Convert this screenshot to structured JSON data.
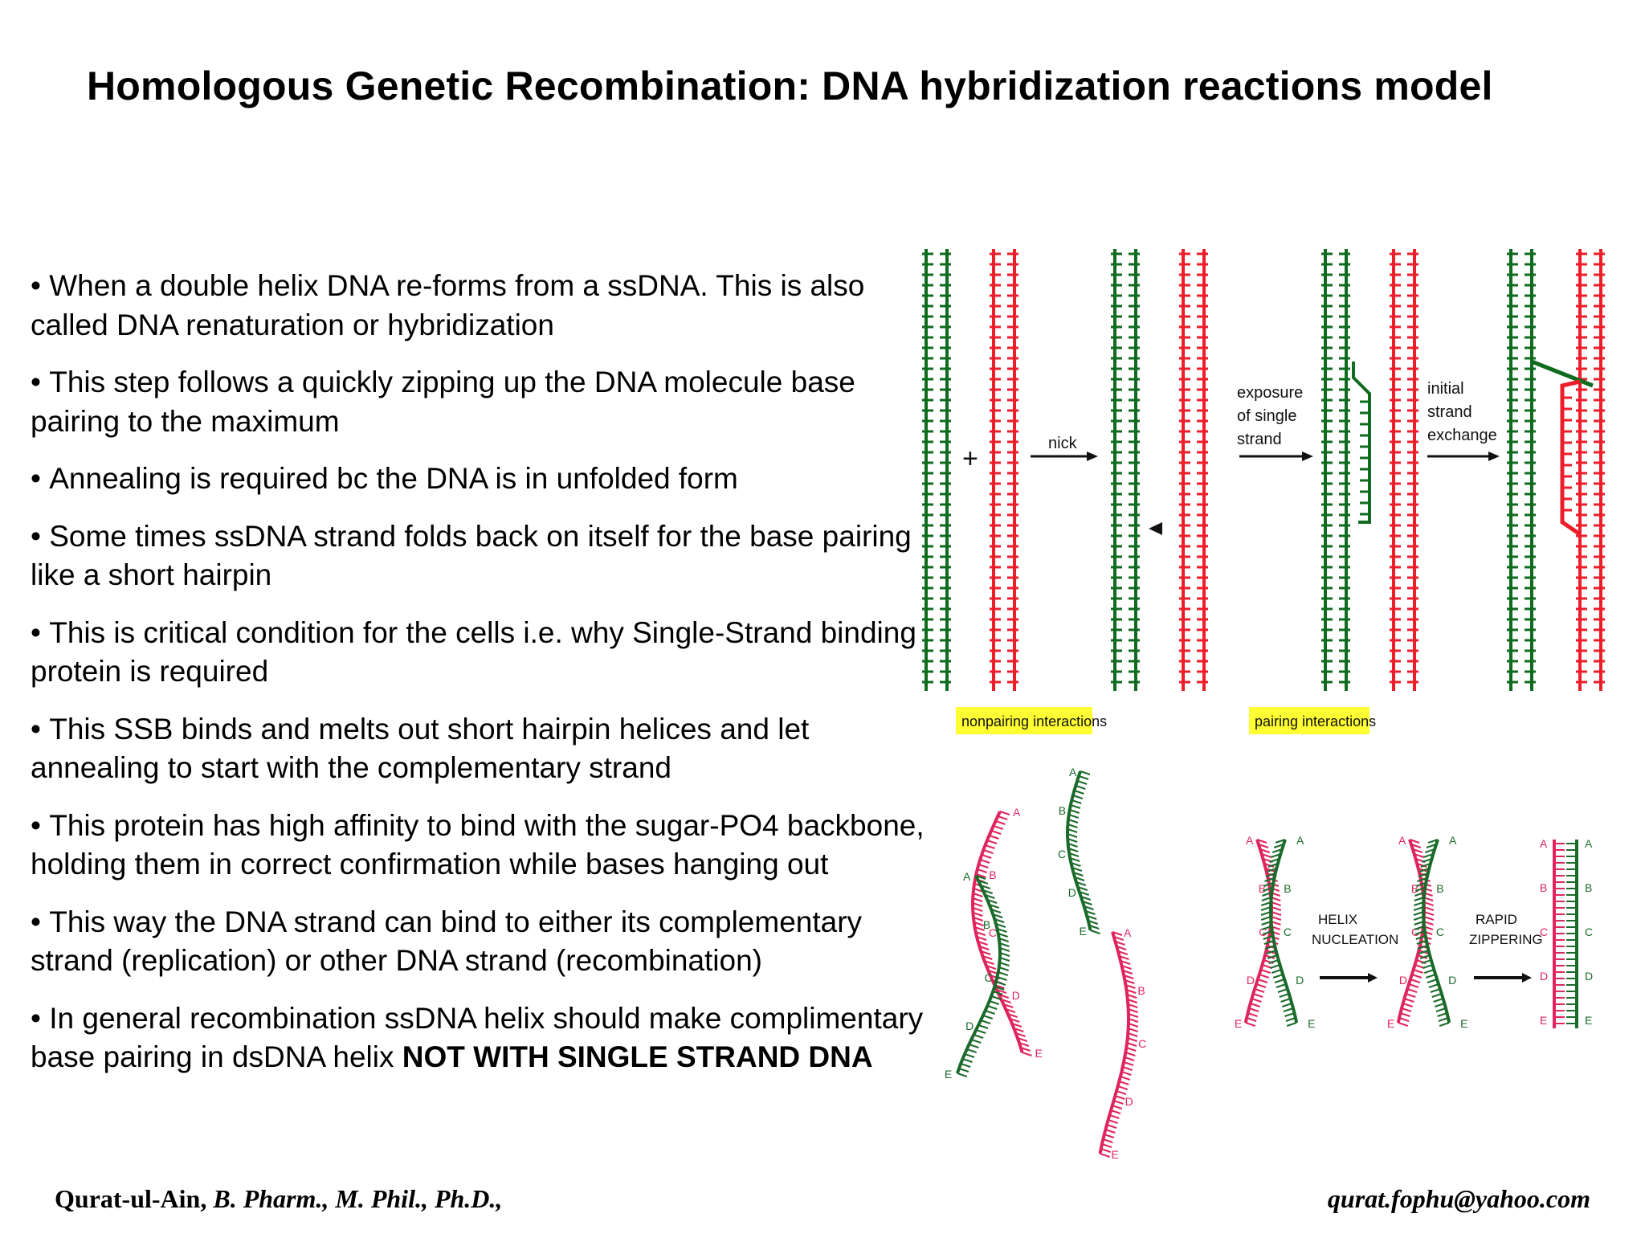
{
  "slide": {
    "title": "Homologous Genetic Recombination: DNA hybridization reactions model",
    "bullets": [
      "When a double helix DNA re-forms from a ssDNA. This is also called DNA renaturation or hybridization",
      "This step follows a quickly zipping up the DNA molecule base pairing to the maximum",
      "Annealing is required bc the DNA is in unfolded form",
      "Some times ssDNA strand folds back on itself for the base pairing like a short hairpin",
      "This is critical condition for the cells i.e. why Single-Strand binding protein is required",
      "This SSB binds and melts out short hairpin helices and let annealing to start with the complementary strand",
      "This protein has high affinity to bind with the sugar-PO4 backbone, holding them in correct confirmation while bases hanging out",
      "This way the DNA strand can bind to either its complementary strand (replication) or other DNA strand (recombination)"
    ],
    "last_bullet": {
      "text": "In general recombination ssDNA helix should make complimentary base pairing in dsDNA helix ",
      "bold": "NOT WITH SINGLE STRAND DNA"
    }
  },
  "figure_top": {
    "plus": "+",
    "arrow_labels": {
      "nick": "nick",
      "exposure": [
        "exposure",
        "of single",
        "strand"
      ],
      "initial": [
        "initial",
        "strand",
        "exchange"
      ]
    },
    "colors": {
      "green": "#0f6b1e",
      "red": "#ee1d2a"
    }
  },
  "figure_bottom": {
    "labels": {
      "nonpairing": "nonpairing interactions",
      "pairing": "pairing interactions"
    },
    "helix_nucleation": [
      "HELIX",
      "NUCLEATION"
    ],
    "rapid_zippering": [
      "RAPID",
      "ZIPPERING"
    ],
    "bases": [
      "A",
      "B",
      "C",
      "D",
      "E"
    ],
    "colors": {
      "green": "#1a6a2a",
      "pink": "#e0245e",
      "highlight": "#ffff33"
    }
  },
  "footer": {
    "author": "Qurat-ul-Ain,",
    "credentials": " B. Pharm., M. Phil., Ph.D.,",
    "email": "qurat.fophu@yahoo.com"
  }
}
